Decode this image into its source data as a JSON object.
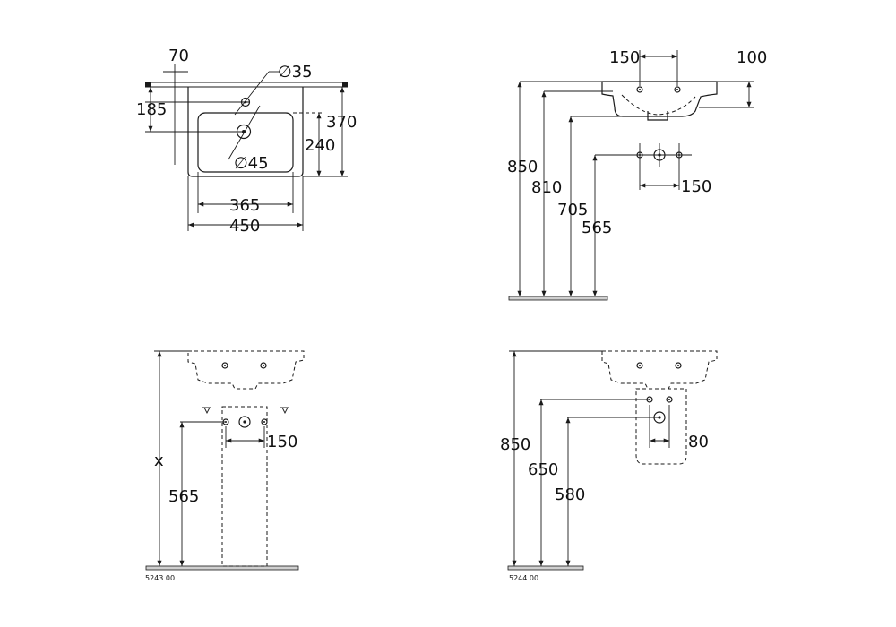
{
  "top_view": {
    "d70": "70",
    "d185": "185",
    "phi35": "∅35",
    "phi45": "∅45",
    "d370": "370",
    "d240": "240",
    "d365": "365",
    "d450": "450"
  },
  "side_view": {
    "d150_top": "150",
    "d100": "100",
    "d850": "850",
    "d810": "810",
    "d705": "705",
    "d565": "565",
    "d150_bot": "150"
  },
  "pedestal_view": {
    "dx": "x",
    "d565": "565",
    "d150": "150",
    "code": "5243 00"
  },
  "semipedestal_view": {
    "d850": "850",
    "d650": "650",
    "d580": "580",
    "d80": "80",
    "code": "5244 00"
  }
}
